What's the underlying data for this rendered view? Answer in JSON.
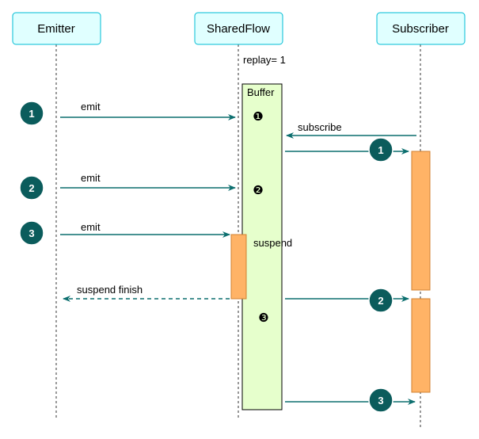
{
  "actors": {
    "emitter": "Emitter",
    "shared_flow": "SharedFlow",
    "subscriber": "Subscriber"
  },
  "replay_label": "replay= 1",
  "buffer": {
    "title": "Buffer",
    "slot1": "❶",
    "slot2": "❷",
    "slot3": "❸"
  },
  "messages": {
    "emit1": "emit",
    "emit2": "emit",
    "emit3": "emit",
    "subscribe": "subscribe",
    "suspend": "suspend",
    "suspend_finish": "suspend finish"
  },
  "badges": {
    "emit1": "1",
    "emit2": "2",
    "emit3": "3",
    "deliver1": "1",
    "deliver2": "2",
    "deliver3": "3"
  },
  "colors": {
    "actor_fill": "#e0ffff",
    "actor_stroke": "#00bcd4",
    "buffer_fill": "#e6ffcc",
    "activation_fill": "#ffb366",
    "arrow": "#0b6e6e",
    "badge_fill": "#0b5c5c"
  }
}
